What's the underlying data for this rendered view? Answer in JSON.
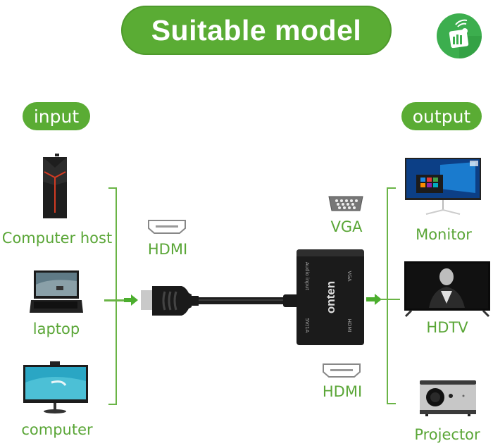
{
  "title": "Suitable model",
  "logo_icon": "wifi-chart-badge-icon",
  "sections": {
    "input": "input",
    "output": "output"
  },
  "inputs": [
    {
      "label": "Computer host",
      "icon": "desktop-tower-icon"
    },
    {
      "label": "laptop",
      "icon": "laptop-icon"
    },
    {
      "label": "computer",
      "icon": "all-in-one-pc-icon"
    }
  ],
  "outputs": [
    {
      "label": "Monitor",
      "icon": "monitor-icon"
    },
    {
      "label": "HDTV",
      "icon": "tv-icon"
    },
    {
      "label": "Projector",
      "icon": "projector-icon"
    }
  ],
  "ports": {
    "input_port": {
      "label": "HDMI",
      "icon": "hdmi-port-icon"
    },
    "output_vga": {
      "label": "VGA",
      "icon": "vga-port-icon"
    },
    "output_hdmi": {
      "label": "HDMI",
      "icon": "hdmi-port-icon"
    }
  },
  "adapter": {
    "brand": "onten",
    "port_labels": [
      "Audio input",
      "VGA",
      "5V/1A",
      "HDMI"
    ]
  },
  "colors": {
    "accent_green": "#5aac34",
    "label_green": "#5aa637"
  }
}
